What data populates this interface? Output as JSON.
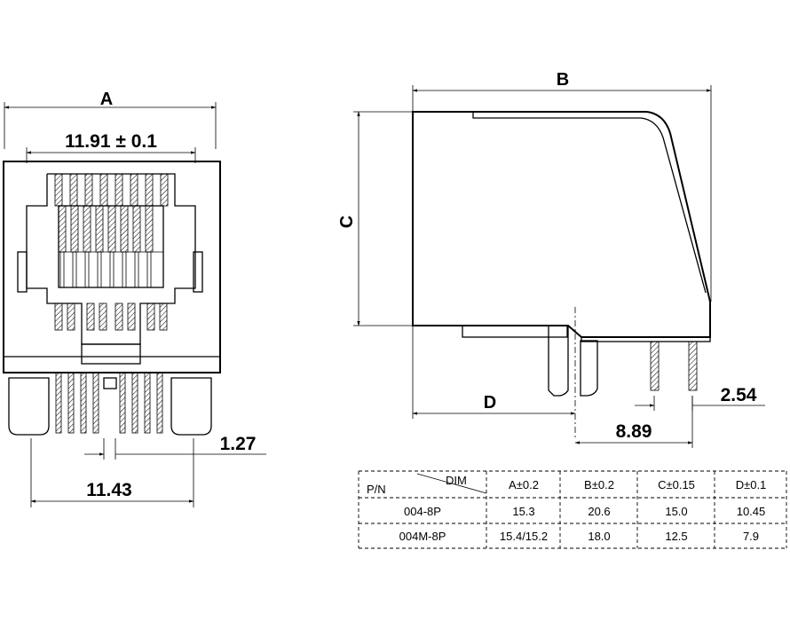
{
  "front_view": {
    "dim_a_label": "A",
    "dim_pitch_span_label": "11.91 ± 0.1",
    "dim_pin_pitch_label": "1.27",
    "dim_pin_span_label": "11.43"
  },
  "side_view": {
    "dim_b_label": "B",
    "dim_c_label": "C",
    "dim_d_label": "D",
    "dim_post_pitch_label": "2.54",
    "dim_post_offset_label": "8.89"
  },
  "dimension_table": {
    "header_pn": "P/N",
    "header_dim": "DIM",
    "columns": [
      "A±0.2",
      "B±0.2",
      "C±0.15",
      "D±0.1"
    ],
    "rows": [
      {
        "pn": "004-8P",
        "cells": [
          "15.3",
          "20.6",
          "15.0",
          "10.45"
        ]
      },
      {
        "pn": "004M-8P",
        "cells": [
          "15.4/15.2",
          "18.0",
          "12.5",
          "7.9"
        ]
      }
    ]
  }
}
